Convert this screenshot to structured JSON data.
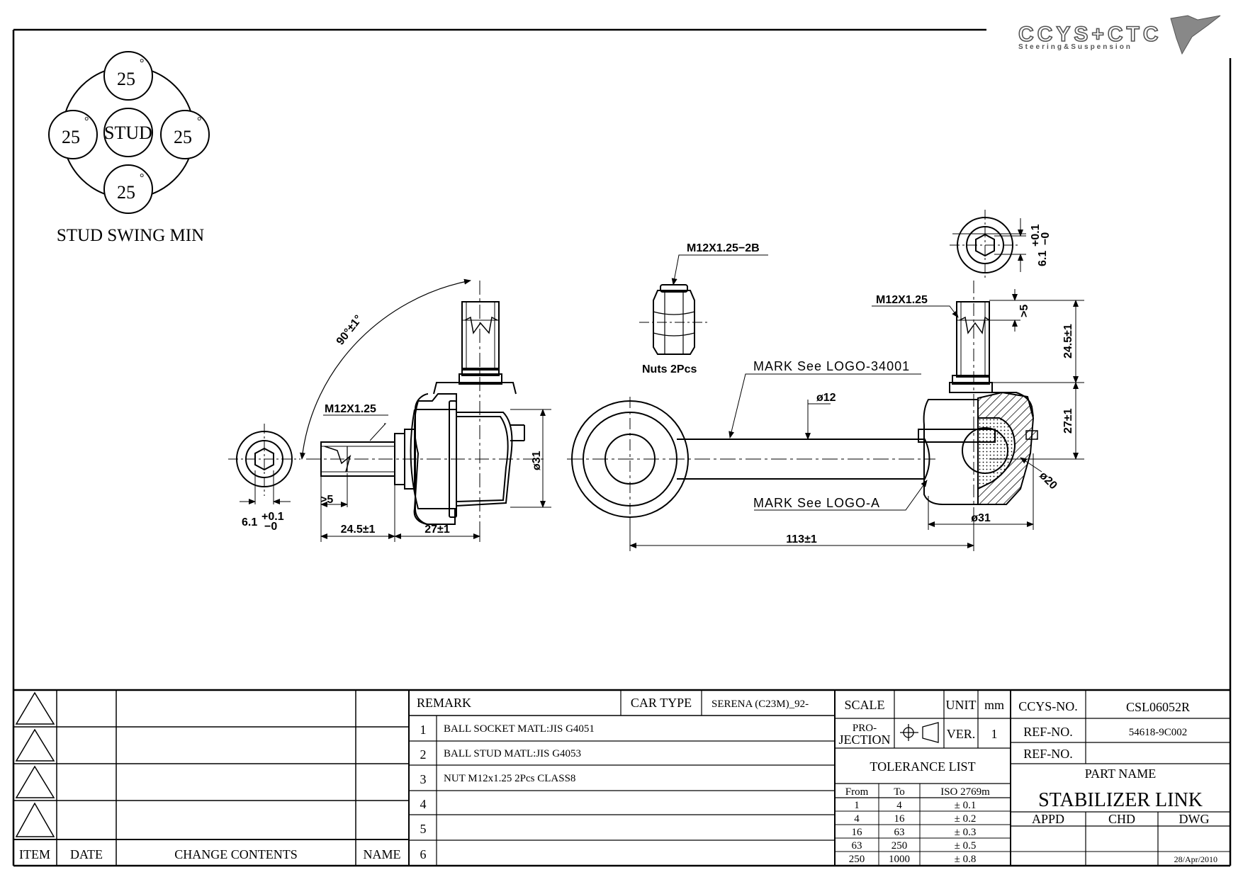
{
  "logo": {
    "brand": "CCYS+CTC",
    "tagline": "Steering&Suspension"
  },
  "swing": {
    "center": "STUD",
    "angles": [
      "25",
      "25",
      "25",
      "25"
    ],
    "degree": "°",
    "caption": "STUD SWING MIN"
  },
  "drawing": {
    "angle_dim": "90°±1°",
    "left_thread": "M12X1.25",
    "left_hex": "6.1",
    "tol_plus": "+0.1",
    "tol_minus": "−0",
    "len_thread": "24.5±1",
    "len_body": "27±1",
    "gt5": ">5",
    "dia_body": "ø31",
    "nut_thread": "M12X1.25−2B",
    "nut_caption": "Nuts 2Pcs",
    "mark_top": "MARK See LOGO-34001",
    "mark_bottom": "MARK See LOGO-A",
    "rod_dia": "ø12",
    "right_thread": "M12X1.25",
    "right_len_thread": "24.5±1",
    "right_len_body": "27±1",
    "ball_dia": "ø20",
    "right_body_dia": "ø31",
    "overall": "113±1",
    "right_hex": "6.1"
  },
  "title_block": {
    "revision_headers": {
      "item": "ITEM",
      "date": "DATE",
      "change": "CHANGE CONTENTS",
      "name": "NAME"
    },
    "remark_label": "REMARK",
    "car_type_label": "CAR TYPE",
    "car_type": "SERENA (C23M)_92-",
    "remarks": [
      {
        "no": "1",
        "text": "BALL SOCKET MATL:JIS G4051"
      },
      {
        "no": "2",
        "text": "BALL STUD MATL:JIS G4053"
      },
      {
        "no": "3",
        "text": "NUT M12x1.25 2Pcs CLASS8"
      },
      {
        "no": "4",
        "text": ""
      },
      {
        "no": "5",
        "text": ""
      },
      {
        "no": "6",
        "text": ""
      }
    ],
    "scale_label": "SCALE",
    "unit_label": "UNIT",
    "unit": "mm",
    "projection_label_1": "PRO-",
    "projection_label_2": "JECTION",
    "ver_label": "VER.",
    "ver": "1",
    "tolerance_title": "TOLERANCE LIST",
    "tolerance_headers": {
      "from": "From",
      "to": "To",
      "iso": "ISO 2769m"
    },
    "tolerances": [
      {
        "from": "1",
        "to": "4",
        "tol": "± 0.1"
      },
      {
        "from": "4",
        "to": "16",
        "tol": "± 0.2"
      },
      {
        "from": "16",
        "to": "63",
        "tol": "± 0.3"
      },
      {
        "from": "63",
        "to": "250",
        "tol": "± 0.5"
      },
      {
        "from": "250",
        "to": "1000",
        "tol": "± 0.8"
      }
    ],
    "ccys_no_label": "CCYS-NO.",
    "ccys_no": "CSL06052R",
    "ref_no_label": "REF-NO.",
    "ref_no": "54618-9C002",
    "ref_no2_label": "REF-NO.",
    "part_name_label": "PART NAME",
    "part_name": "STABILIZER LINK",
    "appd_label": "APPD",
    "chd_label": "CHD",
    "dwg_label": "DWG",
    "date": "28/Apr/2010"
  }
}
